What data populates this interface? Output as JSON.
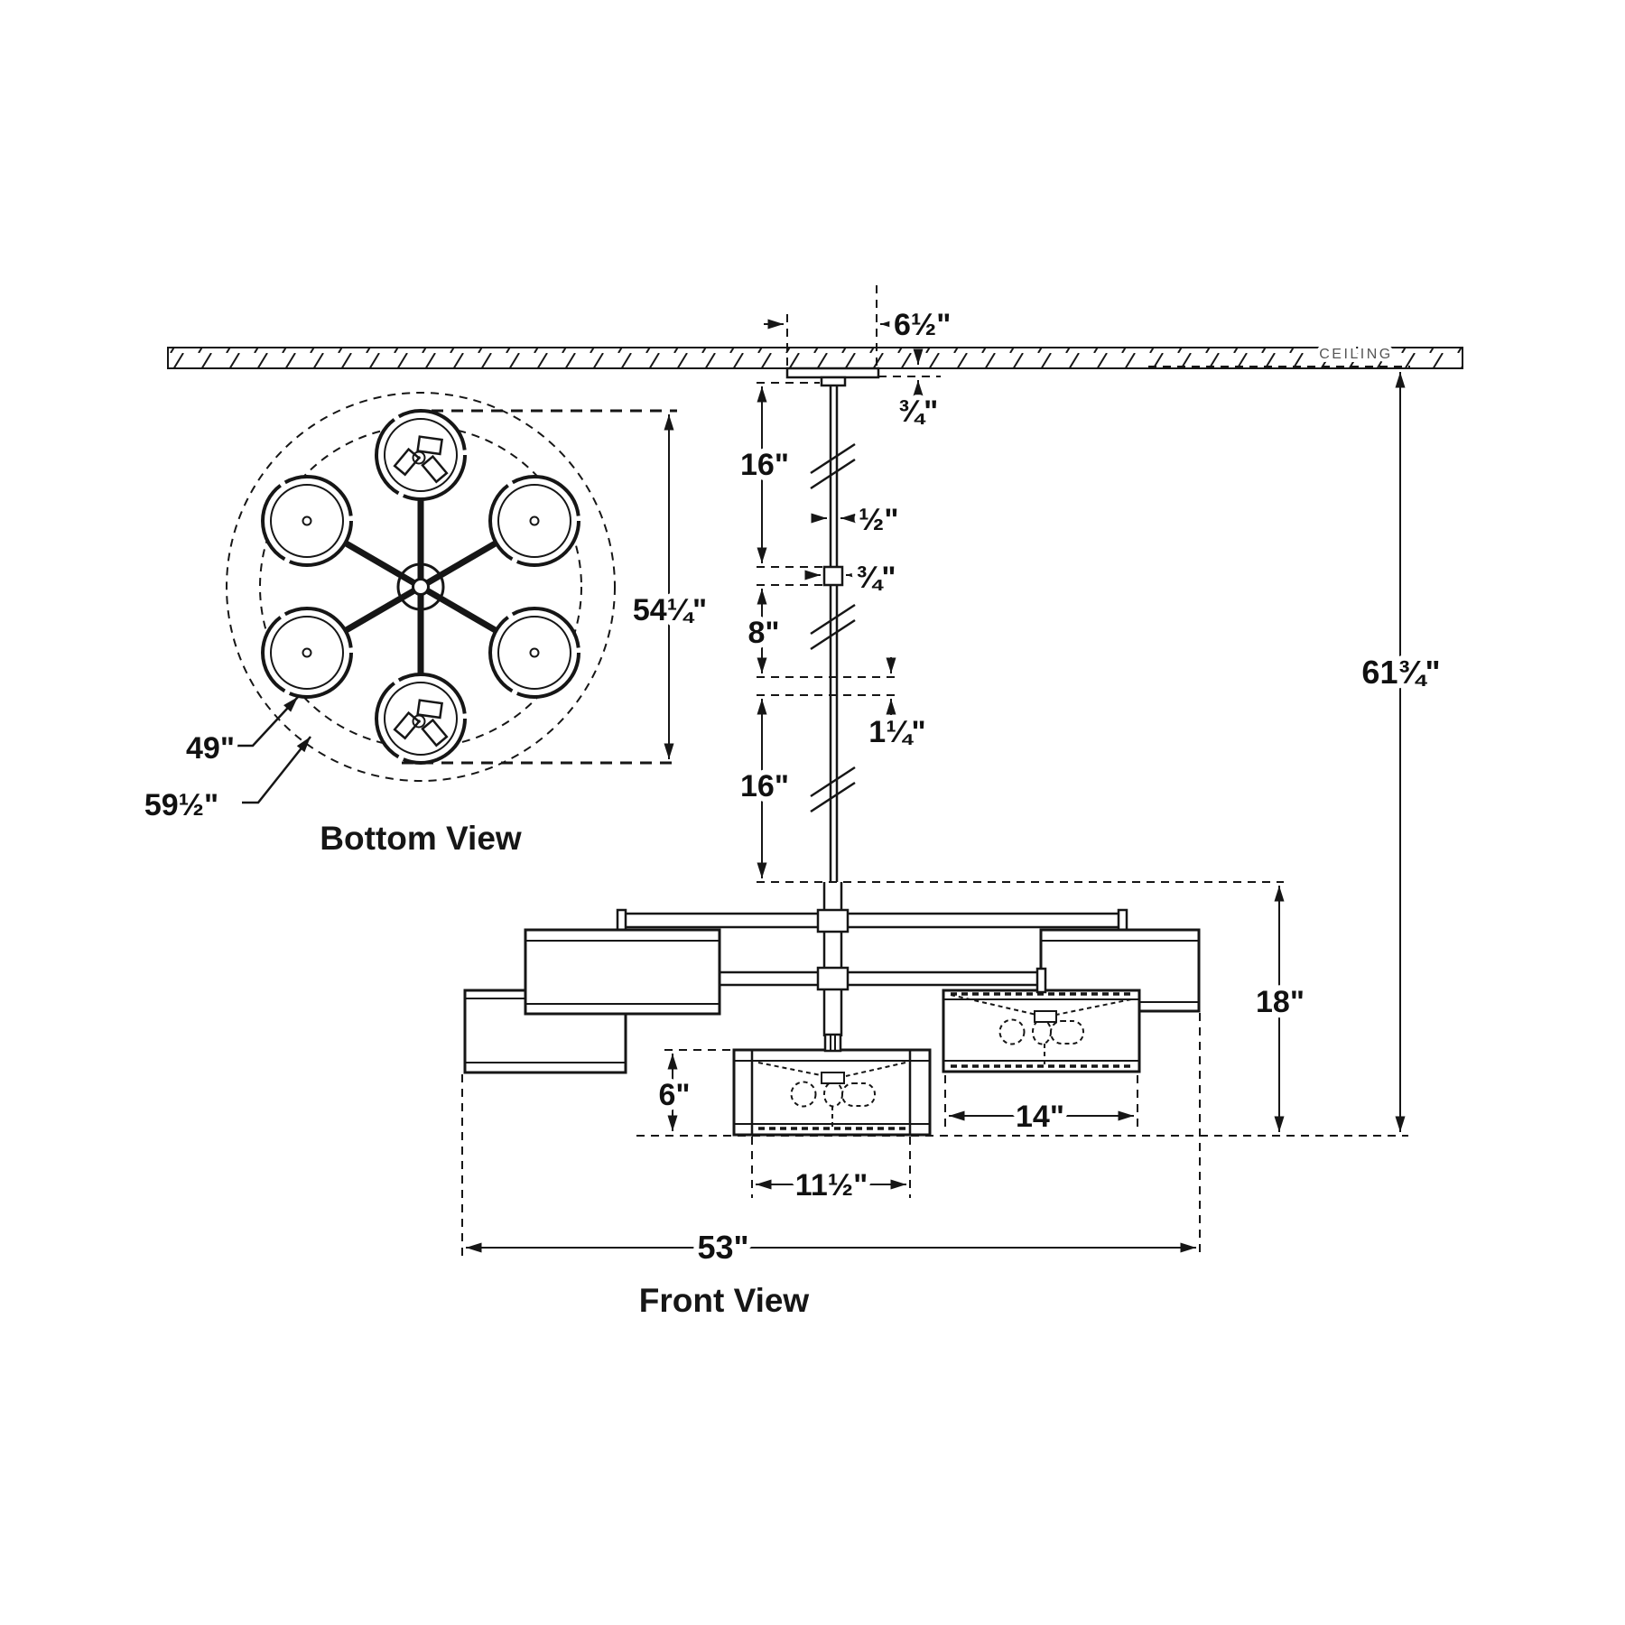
{
  "drawing": {
    "ceiling_label": "CEILING",
    "views": {
      "bottom": "Bottom View",
      "front": "Front View"
    },
    "dims": {
      "canopy_width": "6½\"",
      "canopy_thickness": "¾\"",
      "stem_upper": "16\"",
      "stem_diameter": "½\"",
      "coupler": "¾\"",
      "stem_mid": "8\"",
      "connector": "1¼\"",
      "stem_lower": "16\"",
      "ceiling_to_bottom": "61¾\"",
      "body_height": "18\"",
      "shade_height": "6\"",
      "shade_diameter": "14\"",
      "shade_inner_diameter": "11½\"",
      "overall_width": "53\"",
      "bottom_view_span": "54¼\"",
      "shade_center_circle": "49\"",
      "overall_diameter": "59½\""
    }
  }
}
